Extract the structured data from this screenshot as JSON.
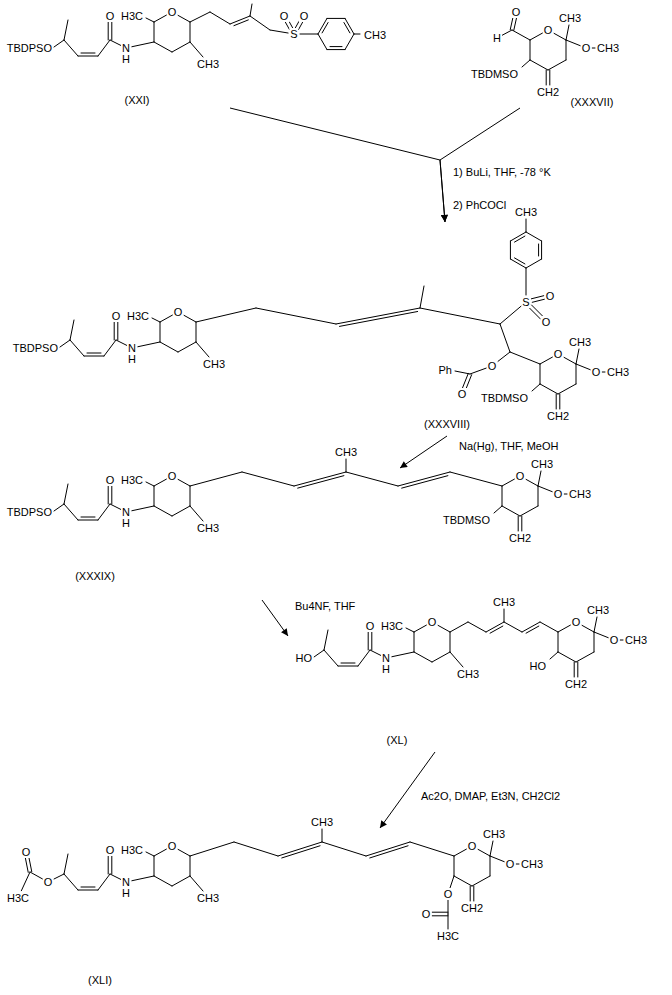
{
  "diagram": {
    "nodes": [
      {
        "text": [
          "(XXI)"
        ]
      },
      {
        "text": [
          "(XXXVII)"
        ]
      },
      {
        "text": [
          "(XXXVIII)"
        ]
      },
      {
        "text": [
          "(XXXIX)"
        ]
      },
      {
        "text": [
          "(XL)"
        ]
      },
      {
        "text": [
          "(XLI)"
        ]
      }
    ],
    "edges": [
      {
        "from": 0,
        "to": 2,
        "arrow": "to"
      },
      {
        "from": 1,
        "to": 2,
        "arrow": "to"
      },
      {
        "from": 2,
        "to": 3,
        "arrow": "to",
        "label": "Na(Hg), THF, MeOH"
      },
      {
        "from": 3,
        "to": 4,
        "arrow": "to",
        "label": "Bu4NF, THF"
      },
      {
        "from": 4,
        "to": 5,
        "arrow": "to",
        "label": "Ac2O, DMAP, Et3N, CH2Cl2"
      }
    ],
    "labels": [
      "TBDPSO",
      "O",
      "N",
      "H",
      "H3C",
      "O",
      "CH3",
      "O",
      "O",
      "S",
      "CH3",
      "O",
      "H",
      "O",
      "CH3",
      "O",
      "CH3",
      "TBDMSO",
      "CH2",
      "1) BuLi, THF, -78 °K",
      "2) PhCOCl",
      "TBDPSO",
      "O",
      "N",
      "H",
      "H3C",
      "O",
      "CH3",
      "CH3",
      "S",
      "O",
      "O",
      "O",
      "O",
      "Ph",
      "O",
      "CH3",
      "O",
      "CH3",
      "TBDMSO",
      "CH2",
      "TBDPSO",
      "O",
      "N",
      "H",
      "H3C",
      "O",
      "CH3",
      "CH3",
      "O",
      "CH3",
      "O",
      "CH3",
      "TBDMSO",
      "CH2",
      "HO",
      "O",
      "N",
      "H",
      "H3C",
      "O",
      "CH3",
      "CH3",
      "O",
      "CH3",
      "O",
      "CH3",
      "HO",
      "CH2",
      "O",
      "O",
      "H3C",
      "O",
      "N",
      "H",
      "H3C",
      "O",
      "CH3",
      "CH3",
      "O",
      "CH3",
      "O",
      "CH3",
      "O",
      "O",
      "H3C",
      "CH2"
    ]
  }
}
